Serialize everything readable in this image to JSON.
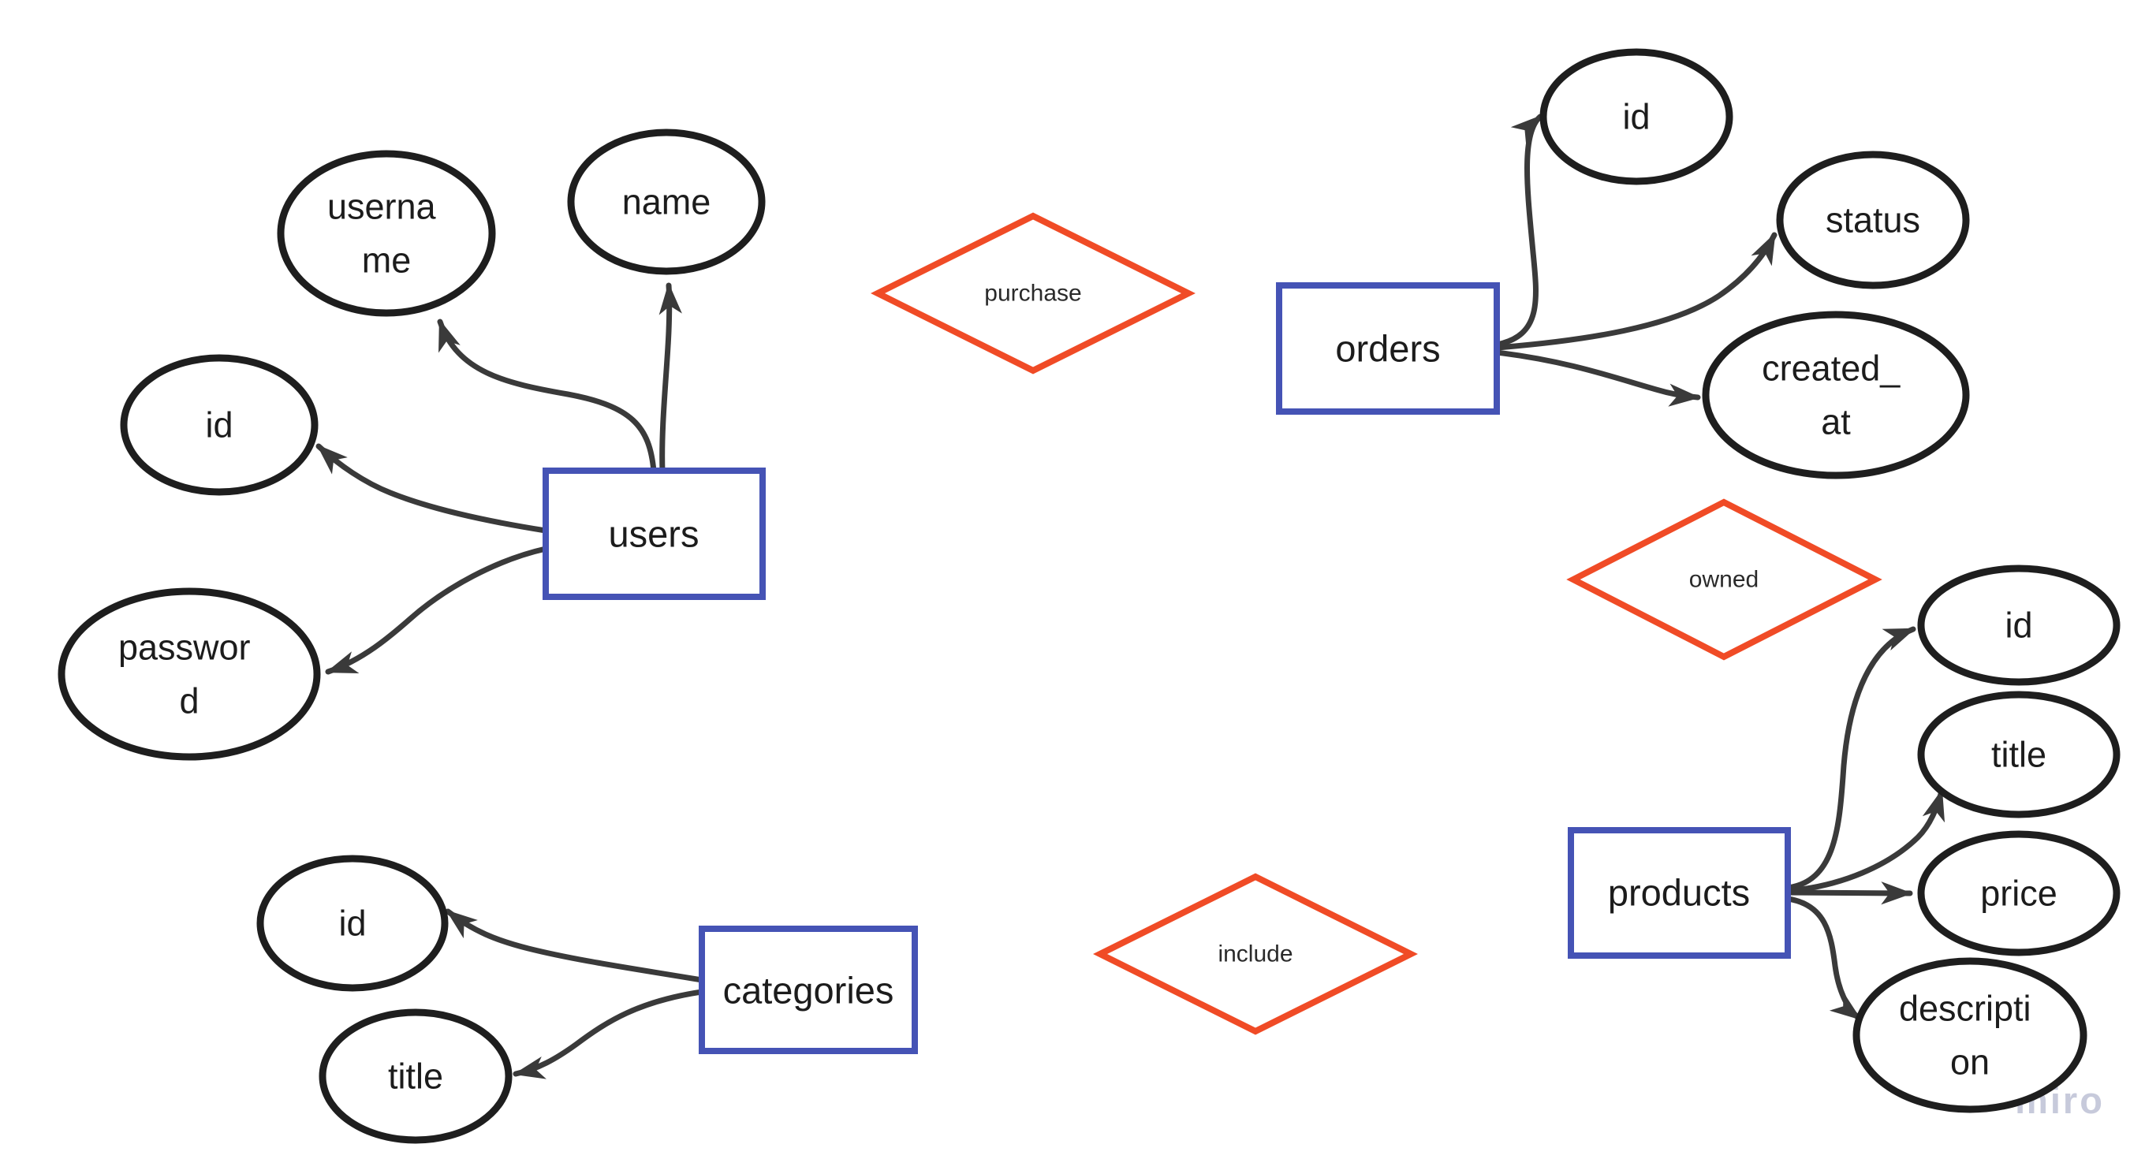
{
  "watermark": "miro",
  "colors": {
    "background": "#ffffff",
    "entity_border": "#4553b5",
    "relationship_border": "#f04b26",
    "attribute_border": "#1e1e1e",
    "connector": "#3a3a3a",
    "text": "#1c1c1c",
    "watermark": "#c7cadb"
  },
  "diagram": {
    "entities": {
      "users": {
        "label": "users"
      },
      "orders": {
        "label": "orders"
      },
      "categories": {
        "label": "categories"
      },
      "products": {
        "label": "products"
      }
    },
    "relationships": {
      "purchase": {
        "label": "purchase"
      },
      "owned": {
        "label": "owned"
      },
      "include": {
        "label": "include"
      }
    },
    "attributes": {
      "users_username": {
        "lines": [
          "userna",
          "me"
        ]
      },
      "users_name": {
        "lines": [
          "name"
        ]
      },
      "users_id": {
        "lines": [
          "id"
        ]
      },
      "users_password": {
        "lines": [
          "passwor",
          "d"
        ]
      },
      "orders_id": {
        "lines": [
          "id"
        ]
      },
      "orders_status": {
        "lines": [
          "status"
        ]
      },
      "orders_created_at": {
        "lines": [
          "created_",
          "at"
        ]
      },
      "categories_id": {
        "lines": [
          "id"
        ]
      },
      "categories_title": {
        "lines": [
          "title"
        ]
      },
      "products_id": {
        "lines": [
          "id"
        ]
      },
      "products_title": {
        "lines": [
          "title"
        ]
      },
      "products_price": {
        "lines": [
          "price"
        ]
      },
      "products_description": {
        "lines": [
          "descripti",
          "on"
        ]
      }
    }
  }
}
